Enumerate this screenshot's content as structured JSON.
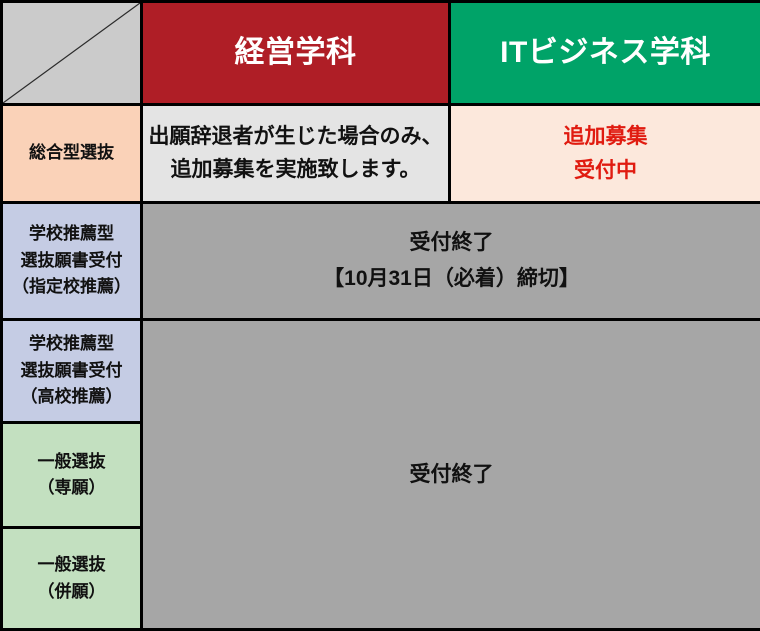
{
  "table": {
    "header": {
      "corner_icon": "diagonal-slash",
      "columns": [
        {
          "id": "keiei",
          "label": "経営学科",
          "bg": "#AF1E26",
          "color": "#FFFFFF"
        },
        {
          "id": "itbiz",
          "label": "ITビジネス学科",
          "bg": "#00A368",
          "color": "#FFFFFF"
        }
      ]
    },
    "rows": [
      {
        "id": "sogo",
        "label_lines": [
          "総合型選抜"
        ],
        "label_bg": "#FAD2B8",
        "keiei": {
          "status": "conditional-additional-recruitment",
          "lines": [
            "出願辞退者が生じた場合のみ、",
            "追加募集を実施致します。"
          ],
          "bg": "#E4E4E4",
          "color": "#111111"
        },
        "itbiz": {
          "status": "accepting",
          "lines": [
            "追加募集",
            "受付中"
          ],
          "bg": "#FCE8DC",
          "color": "#E01B10"
        }
      },
      {
        "id": "shitei",
        "label_lines": [
          "学校推薦型",
          "選抜願書受付",
          "（指定校推薦）"
        ],
        "label_bg": "#C5CCE4",
        "merged": {
          "status": "closed",
          "lines": [
            "受付終了",
            "【10月31日（必着）締切】"
          ],
          "bg": "#A6A6A6",
          "color": "#111111"
        }
      },
      {
        "id": "kosen",
        "label_lines": [
          "学校推薦型",
          "選抜願書受付",
          "（高校推薦）"
        ],
        "label_bg": "#C5CCE4"
      },
      {
        "id": "ippan-sengan",
        "label_lines": [
          "一般選抜",
          "（専願）"
        ],
        "label_bg": "#C3E0C0"
      },
      {
        "id": "ippan-heigan",
        "label_lines": [
          "一般選抜",
          "（併願）"
        ],
        "label_bg": "#C3E0C0"
      }
    ],
    "merged_closed_block": {
      "status": "closed",
      "lines": [
        "受付終了"
      ],
      "bg": "#A6A6A6",
      "color": "#111111"
    },
    "colors": {
      "border": "#000000",
      "corner_bg": "#CBCBCB",
      "closed_bg": "#A6A6A6",
      "note_bg": "#E4E4E4",
      "accent_red": "#AF1E26",
      "accent_green": "#00A368",
      "alert_red": "#E01B10"
    }
  }
}
